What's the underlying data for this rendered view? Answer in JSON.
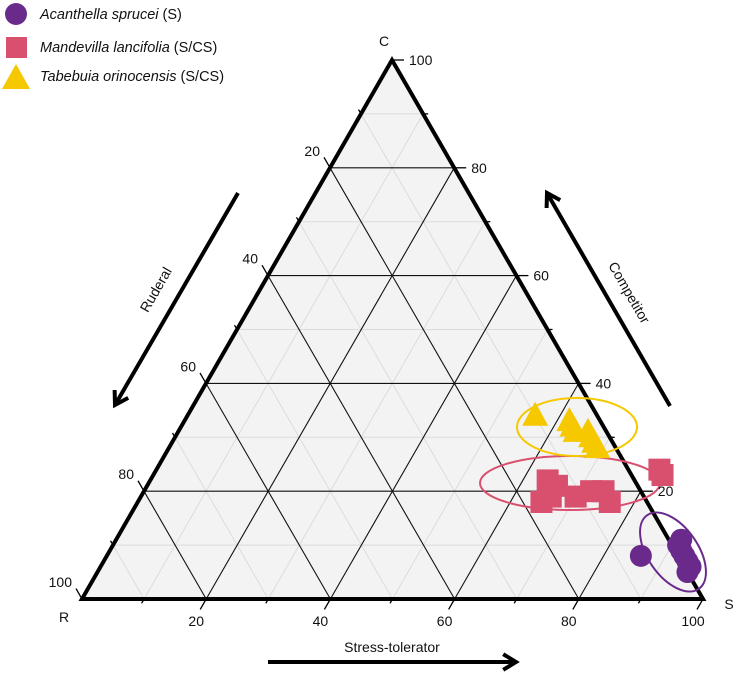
{
  "chart_data": {
    "type": "ternary-scatter",
    "title": "",
    "axes": {
      "C": {
        "vertex_label": "C",
        "title": "Competitor",
        "ticks": [
          20,
          40,
          60,
          80,
          100
        ]
      },
      "R": {
        "vertex_label": "R",
        "title": "Ruderal",
        "ticks": [
          20,
          40,
          60,
          80,
          100
        ]
      },
      "S": {
        "vertex_label": "S",
        "title": "Stress-tolerator",
        "ticks": [
          20,
          40,
          60,
          80,
          100
        ]
      }
    },
    "grid": {
      "major_step": 20,
      "minor_step": 10
    },
    "legend_position": "top-left",
    "series": [
      {
        "name": "Acanthella sprucei",
        "strategy": "(S)",
        "marker": "circle",
        "color": "#6a2a8c",
        "points": [
          {
            "C": 8,
            "S": 86,
            "R": 6
          },
          {
            "C": 11,
            "S": 91,
            "R": 0
          },
          {
            "C": 9,
            "S": 92,
            "R": 0
          },
          {
            "C": 7,
            "S": 94,
            "R": 0
          },
          {
            "C": 6,
            "S": 95,
            "R": 0
          },
          {
            "C": 5,
            "S": 95,
            "R": 0
          },
          {
            "C": 10,
            "S": 91,
            "R": 0
          },
          {
            "C": 8,
            "S": 93,
            "R": 0
          }
        ],
        "ellipse": {
          "cx_S": 88.5,
          "cy_C": 8.5,
          "rx": 48,
          "ry": 27,
          "angle": 55
        }
      },
      {
        "name": "Mandevilla lancifolia",
        "strategy": "(S/CS)",
        "marker": "square",
        "color": "#d94f6e",
        "points": [
          {
            "C": 22,
            "S": 64,
            "R": 14
          },
          {
            "C": 21,
            "S": 66,
            "R": 13
          },
          {
            "C": 19,
            "S": 66,
            "R": 15
          },
          {
            "C": 18,
            "S": 65,
            "R": 17
          },
          {
            "C": 19,
            "S": 70,
            "R": 11
          },
          {
            "C": 20,
            "S": 72,
            "R": 8
          },
          {
            "C": 20,
            "S": 74,
            "R": 6
          },
          {
            "C": 18,
            "S": 76,
            "R": 6
          },
          {
            "C": 24,
            "S": 81,
            "R": 0
          },
          {
            "C": 23,
            "S": 82,
            "R": 0
          }
        ],
        "ellipse": {
          "cx_S": 71,
          "cy_C": 21,
          "rx": 90,
          "ry": 26,
          "angle": 0
        }
      },
      {
        "name": "Tabebuia orinocensis",
        "strategy": "(S/CS)",
        "marker": "triangle",
        "color": "#f5c800",
        "points": [
          {
            "C": 34,
            "S": 56,
            "R": 10
          },
          {
            "C": 33,
            "S": 62,
            "R": 5
          },
          {
            "C": 32,
            "S": 63,
            "R": 5
          },
          {
            "C": 31,
            "S": 64,
            "R": 5
          },
          {
            "C": 31,
            "S": 66,
            "R": 3
          },
          {
            "C": 30,
            "S": 67,
            "R": 3
          },
          {
            "C": 29,
            "S": 68,
            "R": 3
          },
          {
            "C": 28,
            "S": 69,
            "R": 3
          }
        ],
        "ellipse": {
          "cx_S": 63,
          "cy_C": 32,
          "rx": 60,
          "ry": 30,
          "angle": 0
        }
      }
    ]
  },
  "legend": {
    "items": [
      {
        "species": "Acanthella sprucei",
        "strategy": "(S)"
      },
      {
        "species": "Mandevilla lancifolia",
        "strategy": "(S/CS)"
      },
      {
        "species": "Tabebuia orinocensis",
        "strategy": "(S/CS)"
      }
    ]
  },
  "colors": {
    "acanthella": "#6a2a8c",
    "mandevilla": "#d94f6e",
    "tabebuia": "#f5c800",
    "plot_fill": "#f3f3f3",
    "major_grid": "#111111",
    "minor_grid": "#dcdcdc"
  }
}
